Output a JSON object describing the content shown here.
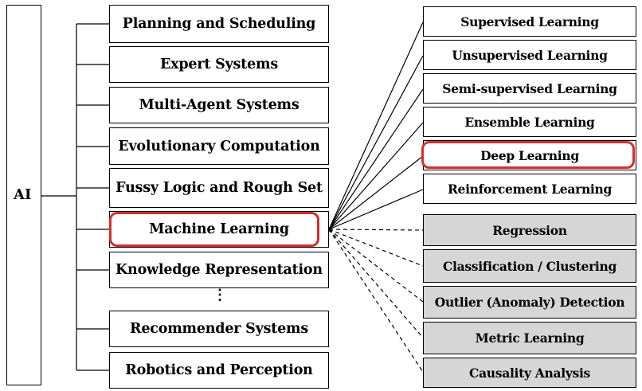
{
  "root": {
    "label": "AI"
  },
  "left_items": [
    "Planning and Scheduling",
    "Expert Systems",
    "Multi-Agent Systems",
    "Evolutionary Computation",
    "Fussy Logic and Rough Set",
    "Machine Learning",
    "Knowledge Representation",
    "Recommender Systems",
    "Robotics and Perception"
  ],
  "ellipsis": "⋮",
  "right_items": [
    "Supervised Learning",
    "Unsupervised Learning",
    "Semi-supervised Learning",
    "Ensemble Learning",
    "Deep Learning",
    "Reinforcement Learning"
  ],
  "right_tasks": [
    "Regression",
    "Classification / Clustering",
    "Outlier (Anomaly) Detection",
    "Metric Learning",
    "Causality Analysis"
  ],
  "colors": {
    "highlight": "#d62d2d",
    "task_fill": "#d6d6d6",
    "line": "#000000"
  }
}
